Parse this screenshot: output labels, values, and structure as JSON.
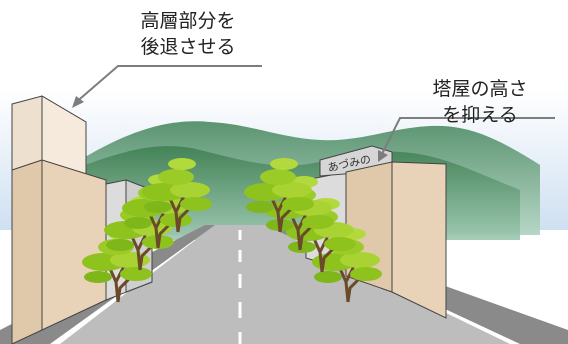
{
  "callouts": {
    "left": {
      "line1": "高層部分を",
      "line2": "後退させる"
    },
    "right": {
      "line1": "塔屋の高さ",
      "line2": "を抑える"
    }
  },
  "signboard": {
    "text": "あづみの"
  },
  "colors": {
    "sky": "#dfeaf7",
    "mountain_far": "#6f9a7c",
    "mountain_near": "#4c8a5c",
    "building_left_front": "#e8d3b8",
    "building_left_back": "#eee0cf",
    "building_gray": "#dcdcdc",
    "road": "#bdbdbd",
    "sidewalk": "#8a8a8a",
    "tree_leaf": "#8ec21d",
    "tree_trunk": "#6a4a2a",
    "leader_line": "#7d7d7d"
  }
}
